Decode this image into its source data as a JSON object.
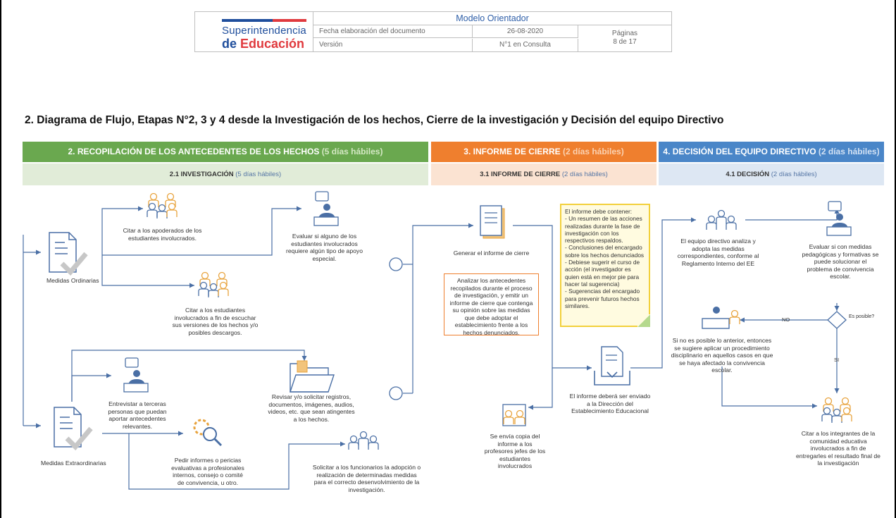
{
  "header": {
    "logo_line1": "Superintendencia",
    "logo_line2_de": "de ",
    "logo_line2_main": "Educación",
    "doc_title": "Modelo Orientador",
    "row1_label": "Fecha elaboración del documento",
    "row1_value": "26-08-2020",
    "row2_label": "Versión",
    "row2_value": "N°1 en Consulta",
    "pages_label": "Páginas",
    "pages_value": "8 de 17"
  },
  "section_title": "2.  Diagrama de Flujo, Etapas N°2, 3 y 4 desde la Investigación de los hechos, Cierre de la investigación y Decisión del equipo Directivo",
  "columns": [
    {
      "title": "2. RECOPILACIÓN DE LOS ANTECEDENTES DE LOS HECHOS",
      "days": "(5 días hábiles)",
      "sub_title": "2.1 INVESTIGACIÓN",
      "sub_days": "(5 días hábiles)"
    },
    {
      "title": "3. INFORME DE CIERRE",
      "days": "(2 días hábiles)",
      "sub_title": "3.1 INFORME DE CIERRE",
      "sub_days": "(2 días hábiles)"
    },
    {
      "title": "4. DECISIÓN DEL EQUIPO DIRECTIVO",
      "days": "(2 días hábiles)",
      "sub_title": "4.1 DECISIÓN",
      "sub_days": "(2 días hábiles)"
    }
  ],
  "flow": {
    "medidas_ordinarias": "Medidas Ordinarias",
    "medidas_extraordinarias": "Medidas Extraordinarias",
    "citar_apoderados": "Citar a los apoderados de los estudiantes involucrados.",
    "evaluar_apoyo": "Evaluar si alguno de los estudiantes involucrados requiere algún tipo de apoyo especial.",
    "citar_estudiantes": "Citar a los estudiantes involucrados a fin de escuchar sus versiones de los hechos y/o posibles descargos.",
    "entrevistar": "Entrevistar a terceras personas que puedan aportar antecedentes relevantes.",
    "revisar": "Revisar y/o solicitar registros, documentos, imágenes, audios, videos, etc. que sean atingentes a los hechos.",
    "pedir_informes": "Pedir informes o pericias evaluativas a profesionales internos, consejo o comité de convivencia, u otro.",
    "solicitar_funcionarios": "Solicitar a los funcionarios la adopción o realización de determinadas medidas para el correcto desenvolvimiento de la investigación.",
    "generar_informe": "Generar el informe de cierre",
    "analizar": "Analizar los antecedentes recopilados durante el proceso de investigación, y emitir un informe de cierre que contenga su opinión sobre las medidas que debe adoptar el establecimiento frente a los hechos denunciados.",
    "note_lines": [
      "El informe debe contener:",
      "- Un resumen de las acciones realizadas durante la fase de investigación con los respectivos respaldos.",
      "- Conclusiones del encargado sobre los hechos denunciados",
      "- Debiese sugerir el curso de acción (el investigador es quien está en mejor pie para hacer tal sugerencia)",
      "- Sugerencias del encargado para prevenir futuros hechos similares."
    ],
    "enviado_direccion": "El informe deberá ser enviado a la Dirección del Establecimiento Educacional",
    "copia_profesores": "Se envía copia del informe a los profesores jefes de los estudiantes involucrados",
    "equipo_directivo": "El equipo directivo analiza y adopta las medidas correspondientes, conforme al Reglamento Interno del EE",
    "evaluar_medidas": "Evaluar si con medidas pedagógicas y formativas se puede solucionar el problema de convivencia escolar.",
    "es_posible": "Es posible?",
    "no": "NO",
    "si": "SI",
    "procedimiento": "Si no es posible lo anterior, entonces se sugiere aplicar un procedimiento disciplinario en aquellos casos en que se haya afectado la convivencia escolar.",
    "citar_integrantes": "Citar a los integrantes de la comunidad educativa involucrados a fin de entregarles el resultado final de la investigación"
  },
  "colors": {
    "green": "#6aa84f",
    "orange": "#ef7f2e",
    "blue": "#4a86c8",
    "line": "#4a6fa5",
    "people": "#e8a33d"
  }
}
